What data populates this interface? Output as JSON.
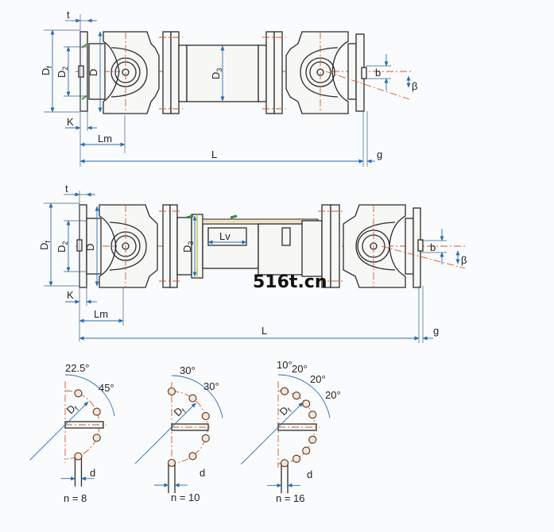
{
  "diagram_top": {
    "labels": {
      "t": "t",
      "Df": {
        "main": "D",
        "sub": "f"
      },
      "D2": {
        "main": "D",
        "sub": "2"
      },
      "D": "D",
      "D3": {
        "main": "D",
        "sub": "3"
      },
      "b": "b",
      "beta": "β",
      "K": "K",
      "Lm": "Lm",
      "L": "L",
      "g": "g"
    }
  },
  "diagram_middle": {
    "labels": {
      "t": "t",
      "Df": {
        "main": "D",
        "sub": "f"
      },
      "D2": {
        "main": "D",
        "sub": "2"
      },
      "D": "D",
      "D3": {
        "main": "D",
        "sub": "3"
      },
      "Lv": "Lv",
      "b": "b",
      "beta": "β",
      "K": "K",
      "Lm": "Lm",
      "L": "L",
      "g": "g"
    }
  },
  "watermark": "516t.cn",
  "flange_patterns": [
    {
      "n_label": "n = 8",
      "angles": [
        "22.5°",
        "45°"
      ],
      "d_label": "d",
      "D1": {
        "main": "D",
        "sub": "f"
      }
    },
    {
      "n_label": "n = 10",
      "angles": [
        "30°",
        "30°"
      ],
      "d_label": "d",
      "D1": {
        "main": "D",
        "sub": "f"
      }
    },
    {
      "n_label": "n = 16",
      "angles": [
        "10°",
        "20°",
        "20°",
        "20°"
      ],
      "d_label": "d",
      "D1": {
        "main": "D",
        "sub": "f"
      }
    }
  ]
}
